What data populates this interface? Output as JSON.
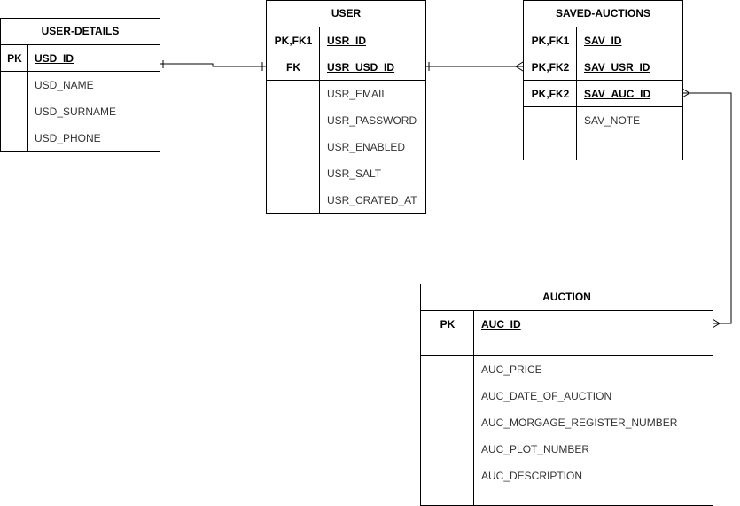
{
  "entities": {
    "user_details": {
      "title": "USER-DETAILS",
      "pk_label": "PK",
      "pk_field": "USD_ID",
      "fields": [
        "USD_NAME",
        "USD_SURNAME",
        "USD_PHONE"
      ]
    },
    "user": {
      "title": "USER",
      "keys": [
        {
          "key": "PK,FK1",
          "field": "USR_ID"
        },
        {
          "key": "FK",
          "field": "USR_USD_ID"
        }
      ],
      "fields": [
        "USR_EMAIL",
        "USR_PASSWORD",
        "USR_ENABLED",
        "USR_SALT",
        "USR_CRATED_AT"
      ]
    },
    "saved_auctions": {
      "title": "SAVED-AUCTIONS",
      "keys": [
        {
          "key": "PK,FK1",
          "field": "SAV_ID"
        },
        {
          "key": "PK,FK2",
          "field": "SAV_USR_ID"
        },
        {
          "key": "PK,FK2",
          "field": "SAV_AUC_ID"
        }
      ],
      "fields": [
        "SAV_NOTE"
      ]
    },
    "auction": {
      "title": "AUCTION",
      "pk_label": "PK",
      "pk_field": "AUC_ID",
      "fields": [
        "AUC_PRICE",
        "AUC_DATE_OF_AUCTION",
        "AUC_MORGAGE_REGISTER_NUMBER",
        "AUC_PLOT_NUMBER",
        "AUC_DESCRIPTION"
      ]
    }
  }
}
